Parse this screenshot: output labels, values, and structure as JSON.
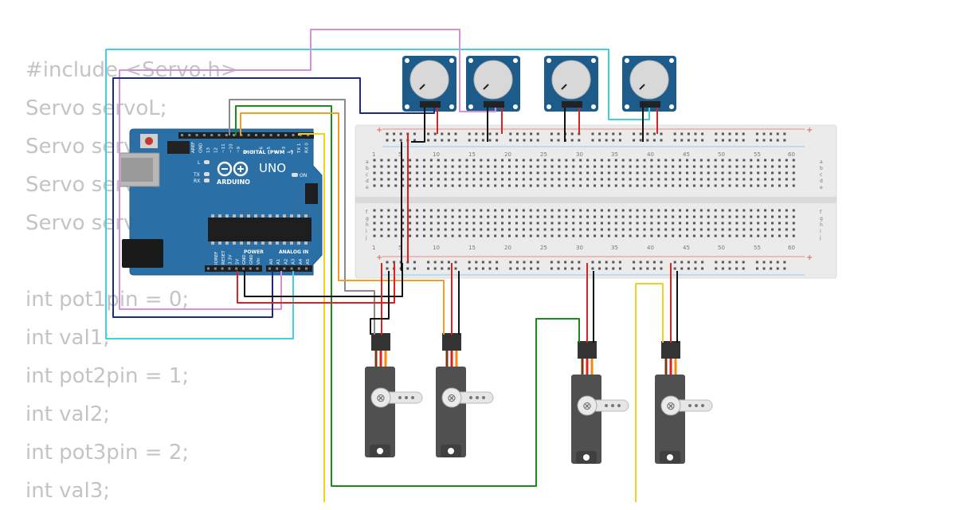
{
  "code_lines": [
    "#include <Servo.h>",
    "Servo servoL;",
    "Servo servoR;",
    "Servo servoU;",
    "Servo servoD;",
    "",
    "int pot1pin = 0;",
    "int val1;",
    "int pot2pin = 1;",
    "int val2;",
    "int pot3pin = 2;",
    "int val3;"
  ],
  "arduino": {
    "model_label": "UNO",
    "brand_label": "ARDUINO",
    "digital_header_label": "DIGITAL (PWM ~)",
    "power_header_label": "POWER",
    "analog_header_label": "ANALOG IN",
    "led_l_label": "L",
    "led_tx_label": "TX",
    "led_rx_label": "RX",
    "on_label": "ON",
    "top_pin_labels": [
      "AREF",
      "GND",
      "13",
      "12",
      "~11",
      "~10",
      "~9",
      "8",
      "7",
      "~6",
      "~5",
      "4",
      "~3",
      "2",
      "TX 1",
      "RX 0"
    ],
    "power_pin_labels": [
      "IOREF",
      "RESET",
      "3.3V",
      "5V",
      "GND",
      "GND",
      "Vin"
    ],
    "analog_pin_labels": [
      "A0",
      "A1",
      "A2",
      "A3",
      "A4",
      "A5"
    ]
  },
  "breadboard": {
    "column_numbers": [
      "1",
      "5",
      "10",
      "15",
      "20",
      "25",
      "30",
      "35",
      "40",
      "45",
      "50",
      "55",
      "60"
    ],
    "row_letters_top": [
      "a",
      "b",
      "c",
      "d",
      "e"
    ],
    "row_letters_bottom": [
      "f",
      "g",
      "h",
      "i",
      "j"
    ],
    "plus_label": "+",
    "minus_label": "−"
  },
  "colors": {
    "board_blue": "#2a6fa5",
    "pot_blue": "#1d5c8a",
    "wire_red": "#e02020",
    "wire_black": "#111111",
    "wire_cyan": "#40d0e0",
    "wire_pink": "#d88fd8",
    "wire_navy": "#1c2a8c",
    "wire_green": "#1a8a1a",
    "wire_orange": "#f0a020",
    "wire_yellow": "#f0d020",
    "wire_gray": "#8a8a8a",
    "servo_body": "#505050"
  }
}
